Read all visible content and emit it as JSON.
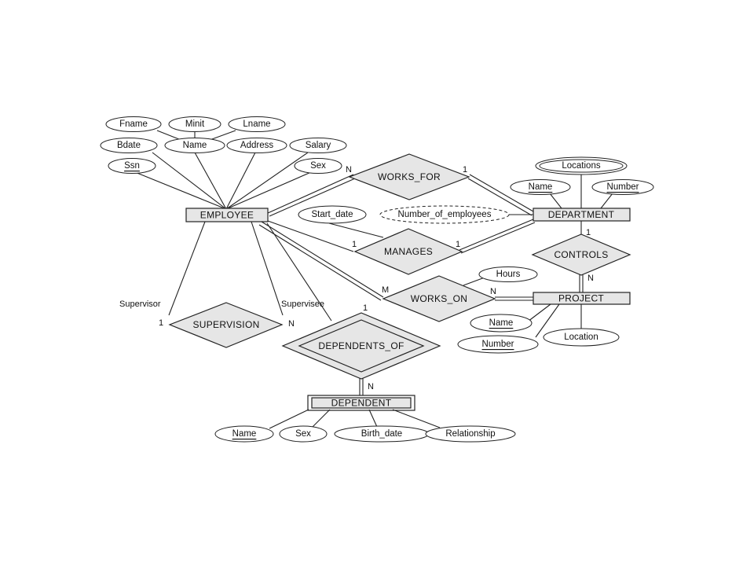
{
  "entities": {
    "employee": "EMPLOYEE",
    "department": "DEPARTMENT",
    "project": "PROJECT",
    "dependent": "DEPENDENT"
  },
  "relationships": {
    "works_for": "WORKS_FOR",
    "manages": "MANAGES",
    "works_on": "WORKS_ON",
    "controls": "CONTROLS",
    "supervision": "SUPERVISION",
    "dependents_of": "DEPENDENTS_OF"
  },
  "attributes": {
    "employee": {
      "fname": "Fname",
      "minit": "Minit",
      "lname": "Lname",
      "bdate": "Bdate",
      "name": "Name",
      "address": "Address",
      "salary": "Salary",
      "ssn": "Ssn",
      "sex": "Sex"
    },
    "department": {
      "locations": "Locations",
      "name": "Name",
      "number": "Number",
      "number_of_employees": "Number_of_employees"
    },
    "manages": {
      "start_date": "Start_date"
    },
    "works_on": {
      "hours": "Hours"
    },
    "project": {
      "name": "Name",
      "number": "Number",
      "location": "Location"
    },
    "dependent": {
      "name": "Name",
      "sex": "Sex",
      "birth_date": "Birth_date",
      "relationship": "Relationship"
    }
  },
  "cardinalities": {
    "works_for_employee": "N",
    "works_for_department": "1",
    "manages_employee": "1",
    "manages_department": "1",
    "works_on_employee": "M",
    "works_on_project": "N",
    "controls_department": "1",
    "controls_project": "N",
    "supervision_supervisor": "1",
    "supervision_supervisee": "N",
    "dependents_of_employee": "1",
    "dependents_of_dependent": "N"
  },
  "roles": {
    "supervisor": "Supervisor",
    "supervisee": "Supervisee"
  }
}
